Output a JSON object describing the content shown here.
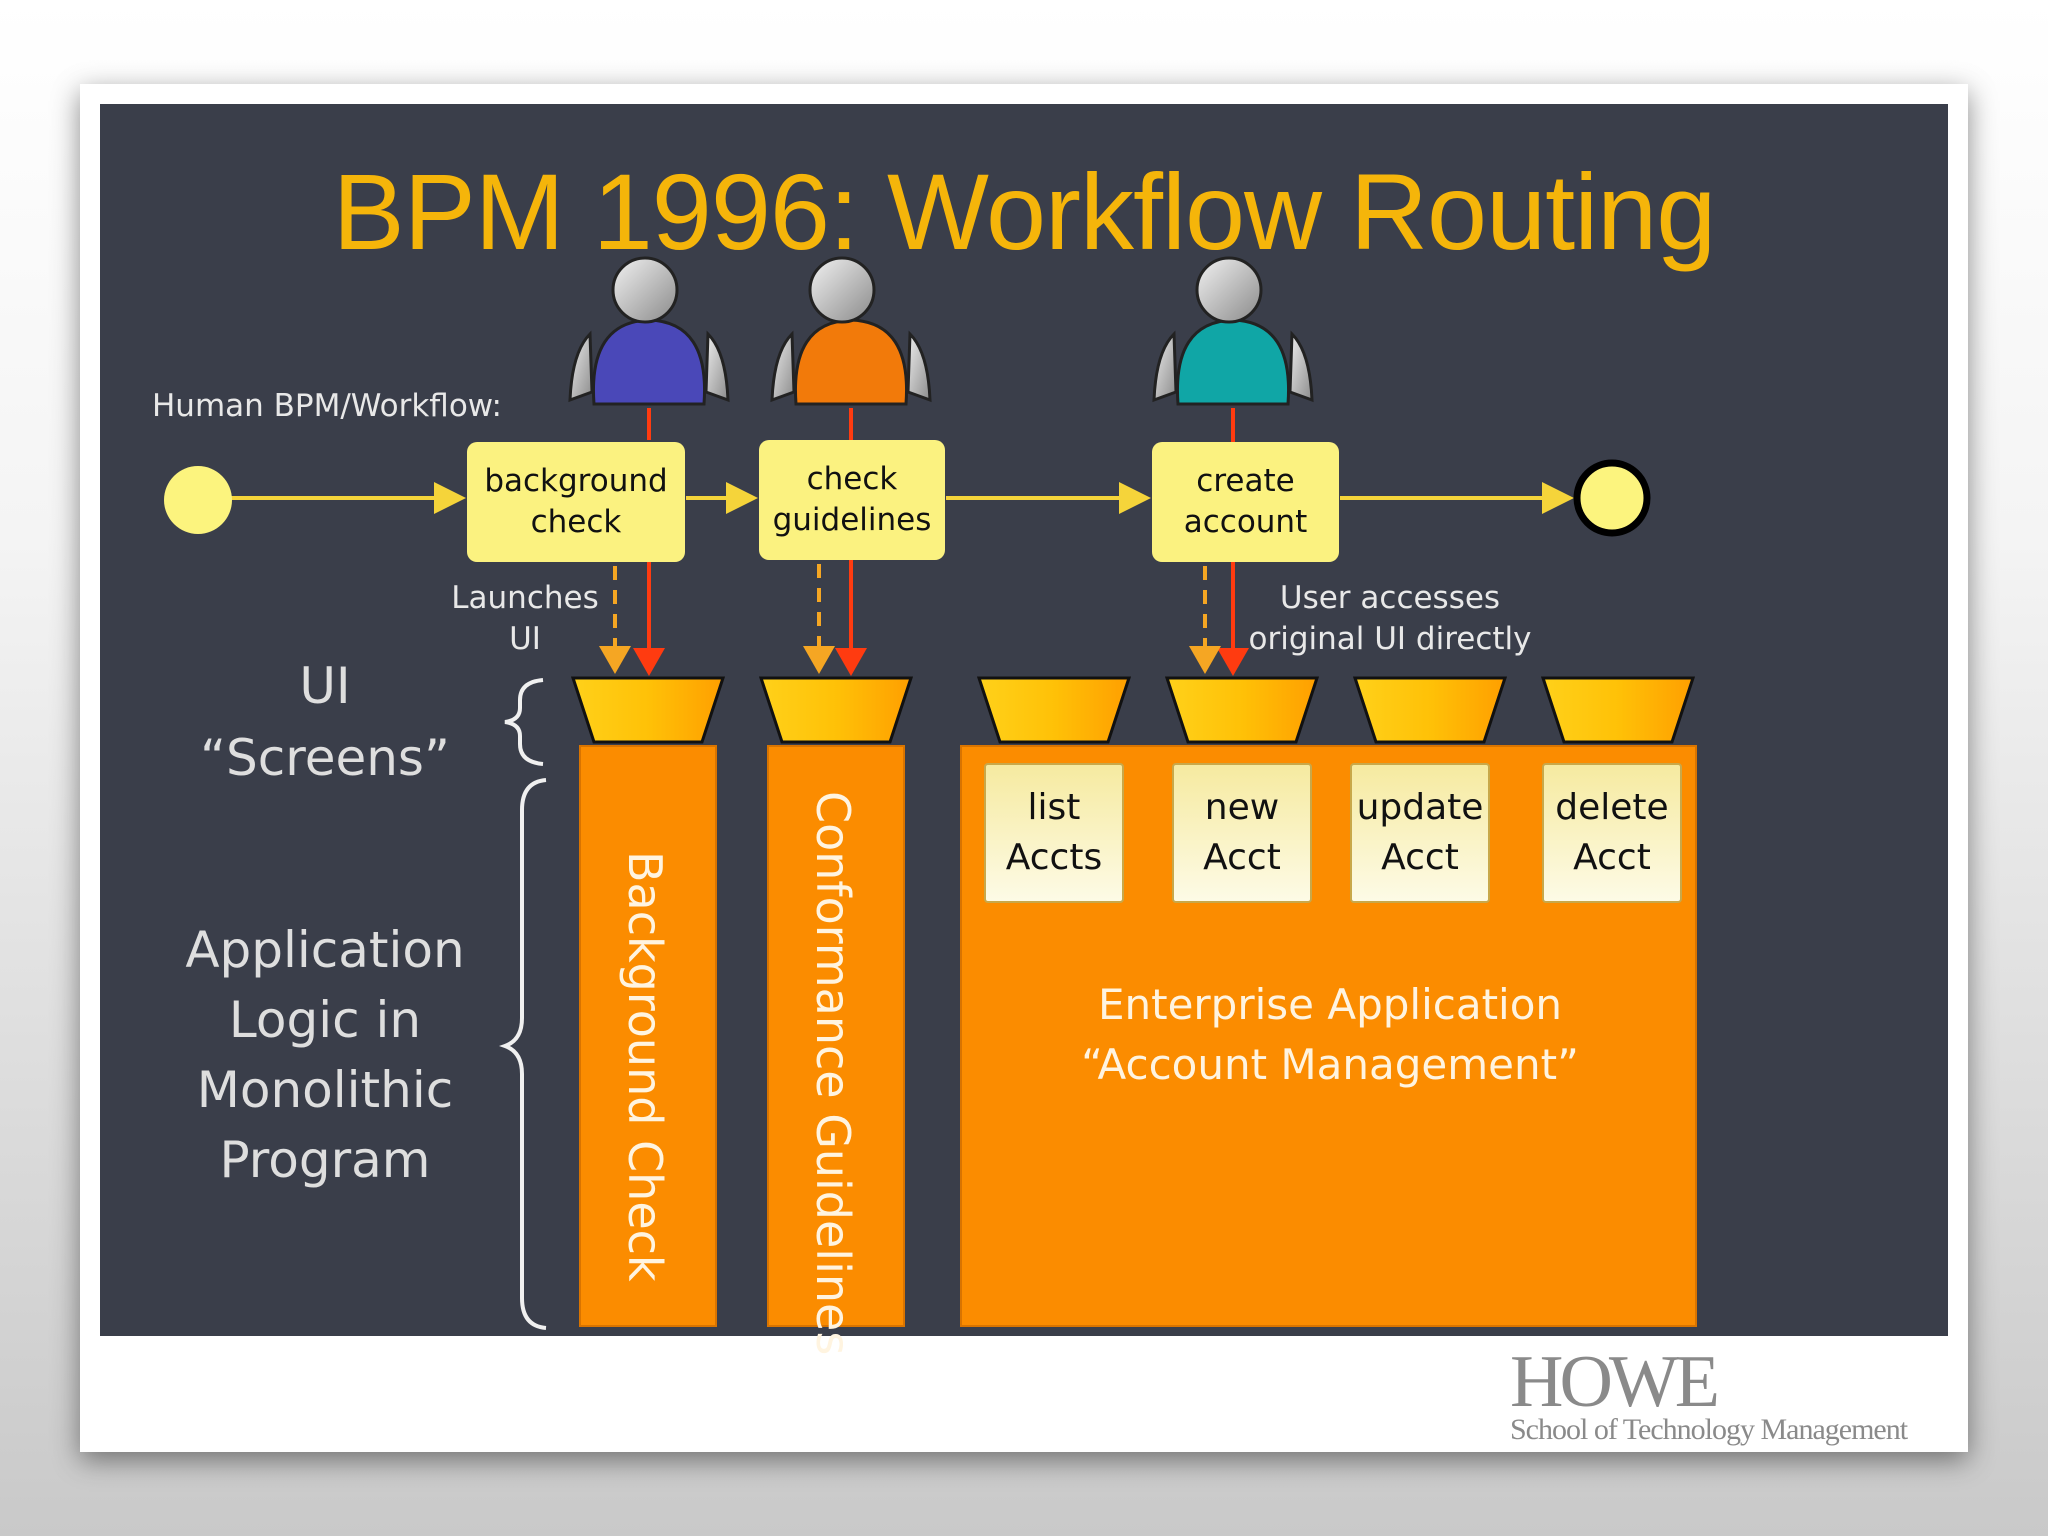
{
  "title": "BPM 1996: Workflow Routing",
  "labels": {
    "human_bpm": "Human BPM/Workflow:",
    "launches_ui": "Launches\nUI",
    "user_accesses": "User accesses\noriginal UI directly",
    "ui_screens": "UI\n“Screens”",
    "app_logic": "Application\nLogic in\nMonolithic\nProgram"
  },
  "workflow_tasks": [
    {
      "label": "background\ncheck",
      "person_color": "#4a48b8"
    },
    {
      "label": "check\nguidelines",
      "person_color": "#f27a0a"
    },
    {
      "label": "create\naccount",
      "person_color": "#10a6a6"
    }
  ],
  "programs": [
    "Background Check",
    "Conformance Guidelines"
  ],
  "screens": [
    "list\nAccts",
    "new\nAcct",
    "update\nAcct",
    "delete\nAcct"
  ],
  "enterprise_app": {
    "line1": "Enterprise Application",
    "line2": "“Account Management”"
  },
  "logo": {
    "name": "HOWE",
    "subtitle": "School of Technology Management"
  },
  "colors": {
    "background": "#3a3e4a",
    "title": "#f5b50a",
    "task_fill": "#fbf280",
    "flow_arrow": "#f5d43a",
    "launch_arrow": "#ff3b10",
    "dashed_arrow": "#f5a623",
    "program_fill": "#fb8c00"
  }
}
